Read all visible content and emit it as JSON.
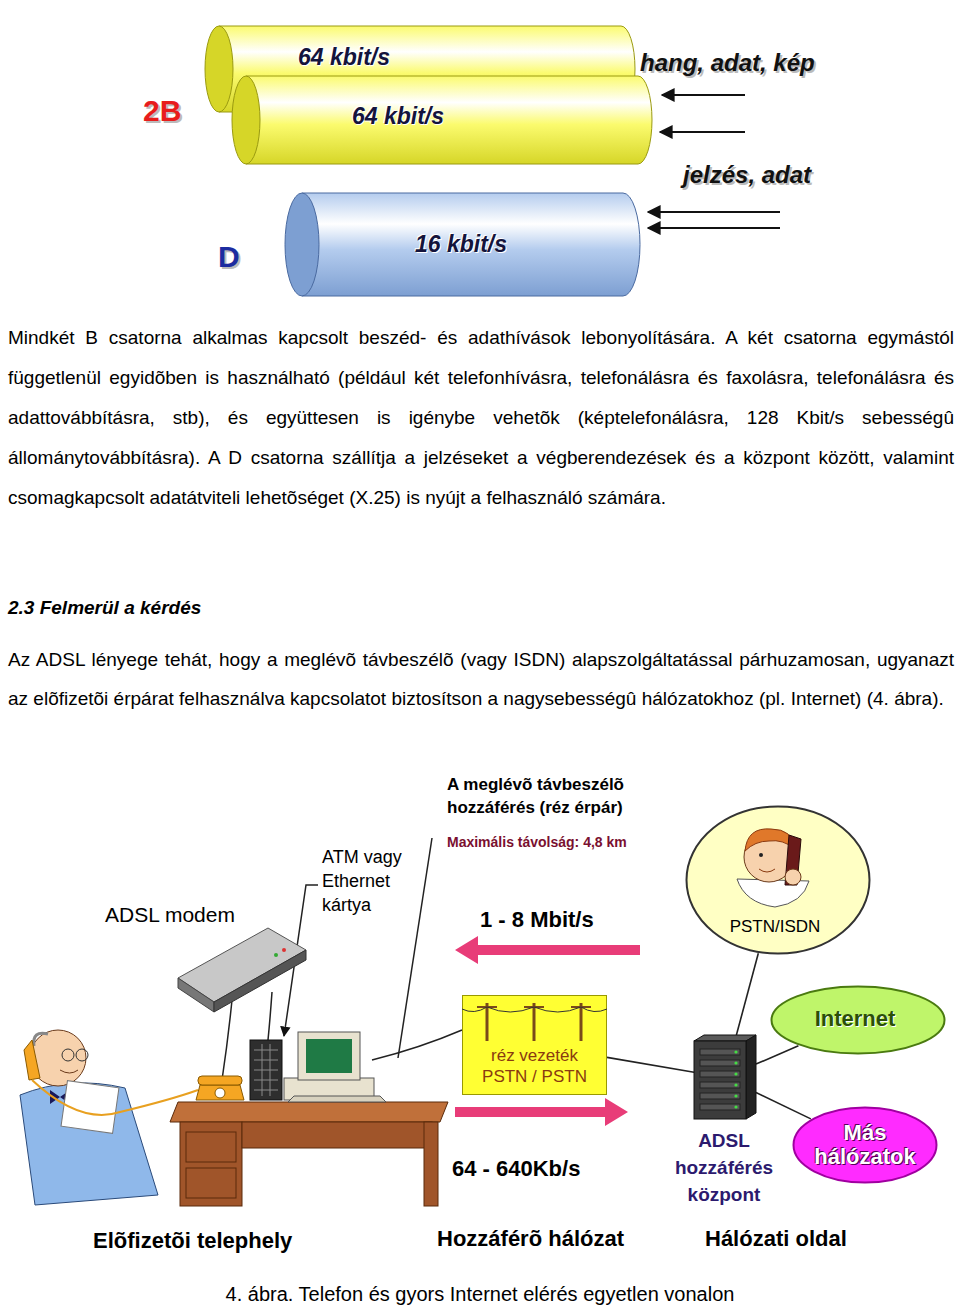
{
  "diagram": {
    "caption": "4. ábra. Telefon és gyors Internet elérés egyetlen vonalon",
    "nodes": [
      {
        "text": [
          "64 kbit/s"
        ]
      },
      {
        "text": [
          "64 kbit/s"
        ]
      },
      {
        "text": [
          "16 kbit/s"
        ]
      },
      {
        "text": [
          "PSTN/ISDN"
        ]
      },
      {
        "text": [
          "Internet"
        ]
      },
      {
        "text": [
          "réz vezeték PSTN / PSTN"
        ]
      },
      {
        "text": [
          "ADSL hozzáférés központ"
        ]
      },
      {
        "text": [
          "Más hálózatok"
        ]
      }
    ],
    "edges": [
      {
        "from": 5,
        "to": 6,
        "arrow": "none"
      },
      {
        "from": 6,
        "to": 3,
        "arrow": "none"
      },
      {
        "from": 6,
        "to": 4,
        "arrow": "none"
      },
      {
        "from": 6,
        "to": 7,
        "arrow": "none"
      }
    ],
    "labels": [
      "2B",
      "D",
      "hang, adat, kép",
      "jelzés, adat",
      "Mindkét B csatorna alkalmas kapcsolt beszéd- és adathívások lebonyolítására. A két csatorna egymástól függetlenül egyidõben is használható (például két telefonhívásra, telefonálásra és faxolásra, telefonálásra és adattovábbításra, stb), és együttesen is igénybe vehetõk (képtelefonálásra, 128 Kbit/s sebességû állománytovábbításra). A D csatorna szállítja a jelzéseket a végberendezések és a központ között, valamint csomagkapcsolt adatátviteli lehetõséget (X.25) is nyújt a felhasználó számára.",
      "2.3 Felmerül a kérdés",
      "Az ADSL lényege tehát, hogy a meglévõ távbeszélõ (vagy ISDN) alapszolgáltatással párhuzamosan, ugyanazt az elõfizetõi érpárat felhasználva kapcsolatot biztosítson a nagysebességû hálózatokhoz (pl. Internet) (4. ábra).",
      "A meglévõ távbeszélõ hozzáférés (réz érpár)",
      "Maximális távolság: 4,8 km",
      "ATM vagy Ethernet kártya",
      "ADSL modem",
      "1 - 8 Mbit/s",
      "64 - 640Kb/s",
      "Elõfizetõi telephely",
      "Hozzáférõ hálózat",
      "Hálózati oldal"
    ]
  }
}
